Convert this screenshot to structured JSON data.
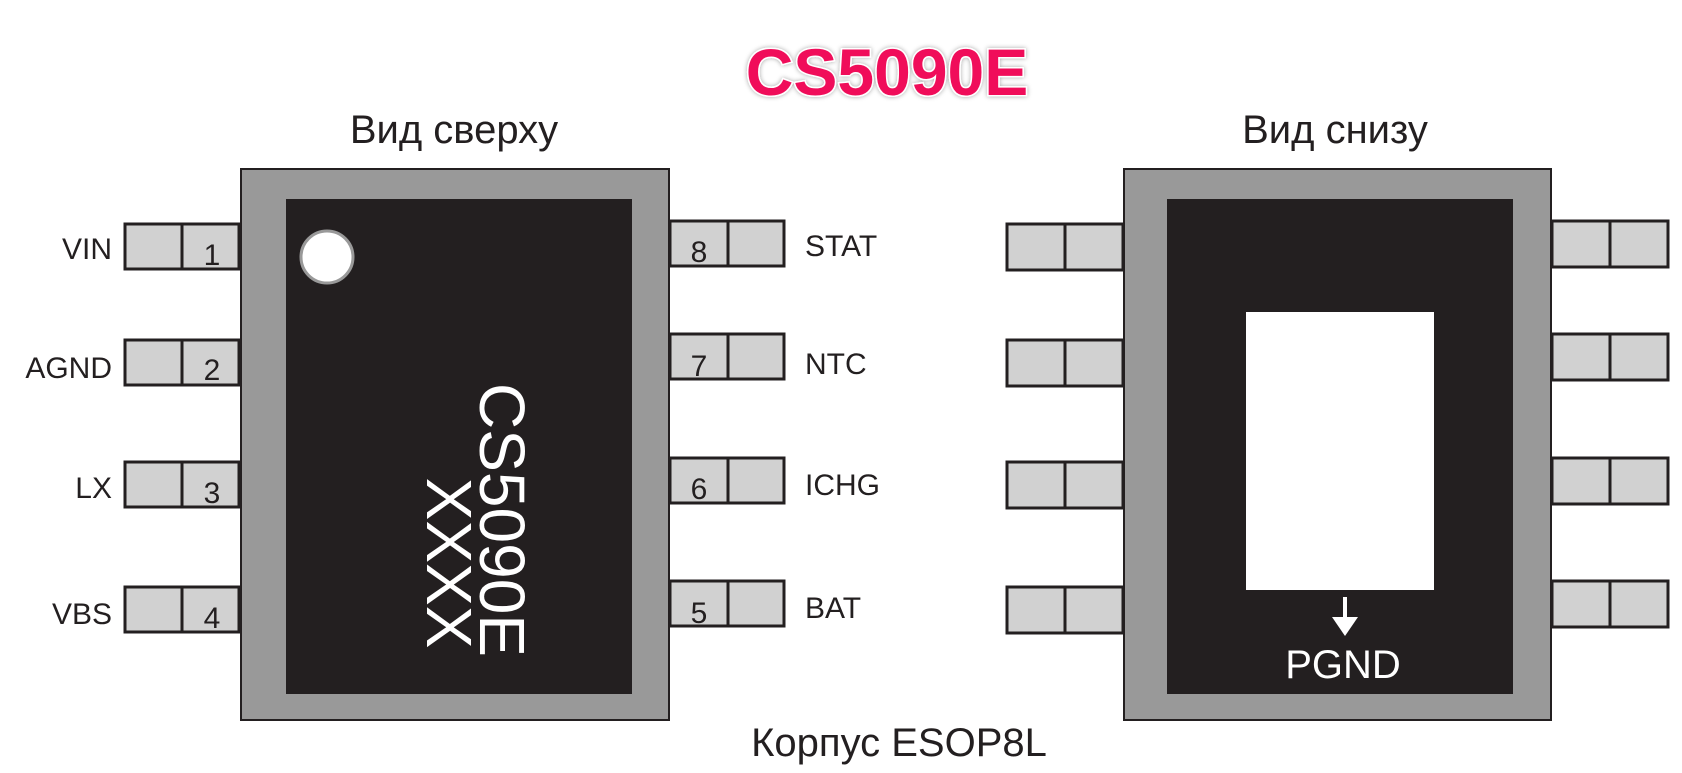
{
  "title": "CS5090E",
  "top_view": {
    "heading": "Вид сверху",
    "marking_line1": "CS5090E",
    "marking_line2": "XXXX",
    "pins_left": [
      {
        "number": "1",
        "label": "VIN"
      },
      {
        "number": "2",
        "label": "AGND"
      },
      {
        "number": "3",
        "label": "LX"
      },
      {
        "number": "4",
        "label": "VBS"
      }
    ],
    "pins_right": [
      {
        "number": "8",
        "label": "STAT"
      },
      {
        "number": "7",
        "label": "NTC"
      },
      {
        "number": "6",
        "label": "ICHG"
      },
      {
        "number": "5",
        "label": "BAT"
      }
    ]
  },
  "bottom_view": {
    "heading": "Вид снизу",
    "pad_label": "PGND"
  },
  "package_label": "Корпус ESOP8L",
  "colors": {
    "title": "#f0105a",
    "body_frame": "#999999",
    "body_core": "#231f20",
    "pin_fill": "#d1d1d1",
    "pin_stroke": "#231f20",
    "text": "#231f20",
    "marking": "#ffffff"
  }
}
